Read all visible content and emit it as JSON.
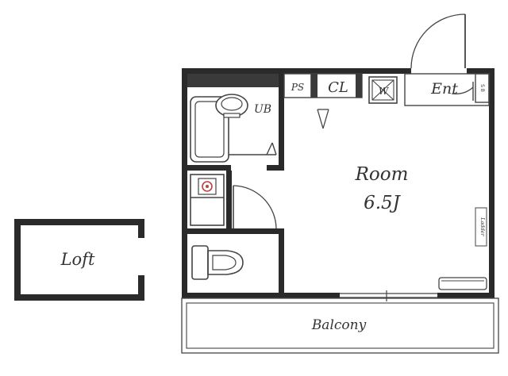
{
  "labels": {
    "loft": "Loft",
    "room": "Room",
    "room_size": "6.5J",
    "unit_bath": "UB",
    "pipe_space": "PS",
    "closet": "CL",
    "washer": "W",
    "entrance": "Ent",
    "shoe_box": "S B",
    "ladder": "Ladder",
    "balcony": "Balcony"
  },
  "colors": {
    "wall": "#2a2a2a",
    "line": "#444444",
    "text": "#333333"
  }
}
